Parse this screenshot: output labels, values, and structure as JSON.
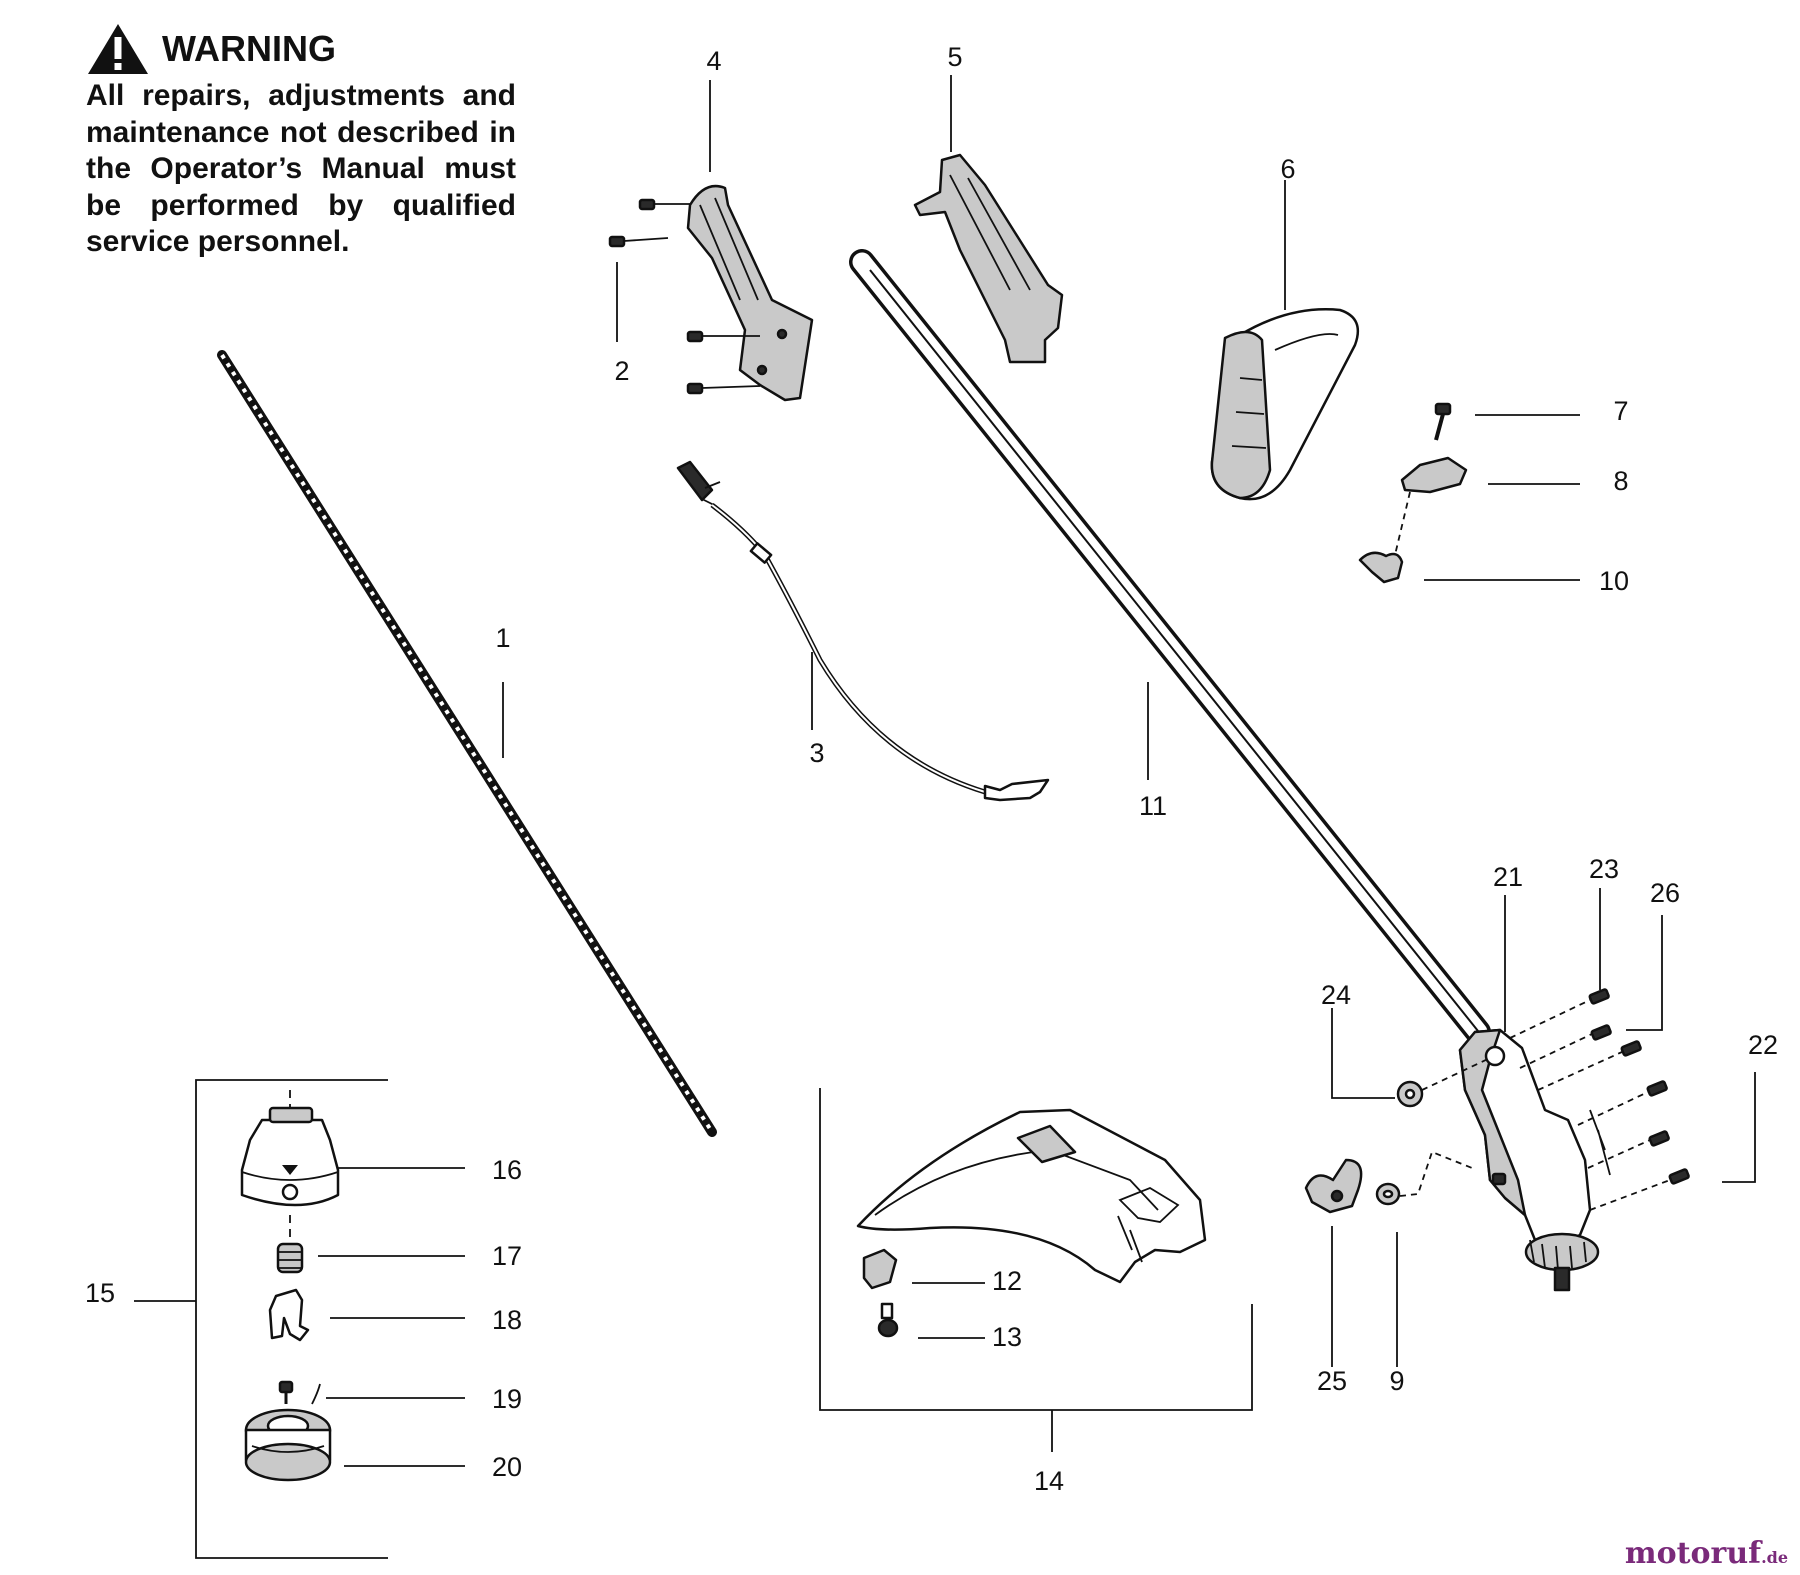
{
  "warning": {
    "icon": "warning-triangle-icon",
    "heading": "WARNING",
    "text": "All repairs, adjustments and maintenance not described in the Operator’s Manual must be performed by qualified service personnel."
  },
  "parts": [
    {
      "id": "p1",
      "number": "1"
    },
    {
      "id": "p2",
      "number": "2"
    },
    {
      "id": "p3",
      "number": "3"
    },
    {
      "id": "p4",
      "number": "4"
    },
    {
      "id": "p5",
      "number": "5"
    },
    {
      "id": "p6",
      "number": "6"
    },
    {
      "id": "p7",
      "number": "7"
    },
    {
      "id": "p8",
      "number": "8"
    },
    {
      "id": "p9",
      "number": "9"
    },
    {
      "id": "p10",
      "number": "10"
    },
    {
      "id": "p11",
      "number": "11"
    },
    {
      "id": "p12",
      "number": "12"
    },
    {
      "id": "p13",
      "number": "13"
    },
    {
      "id": "p14",
      "number": "14"
    },
    {
      "id": "p15",
      "number": "15"
    },
    {
      "id": "p16",
      "number": "16"
    },
    {
      "id": "p17",
      "number": "17"
    },
    {
      "id": "p18",
      "number": "18"
    },
    {
      "id": "p19",
      "number": "19"
    },
    {
      "id": "p20",
      "number": "20"
    },
    {
      "id": "p21",
      "number": "21"
    },
    {
      "id": "p22",
      "number": "22"
    },
    {
      "id": "p23",
      "number": "23"
    },
    {
      "id": "p24",
      "number": "24"
    },
    {
      "id": "p25",
      "number": "25"
    },
    {
      "id": "p26",
      "number": "26"
    }
  ],
  "watermark": {
    "brand": "motoruf",
    "suffix": ".de"
  }
}
